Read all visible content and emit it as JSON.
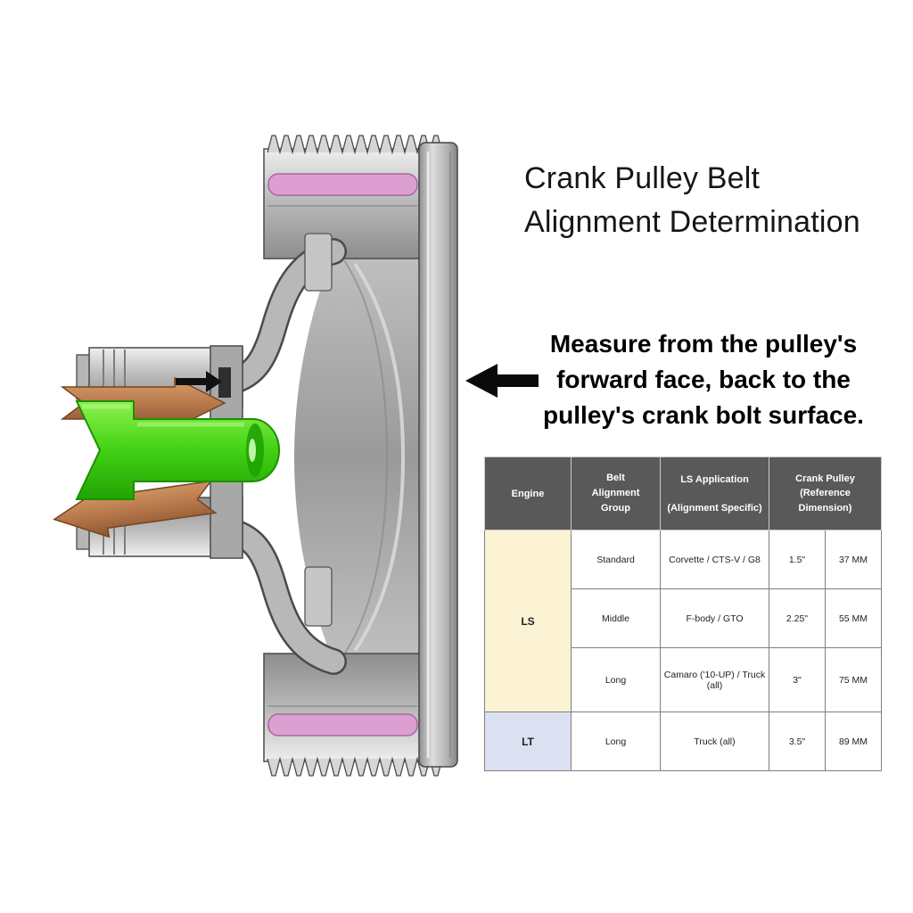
{
  "title": {
    "lines": [
      "Crank Pulley Belt",
      "Alignment Determination"
    ]
  },
  "annotation": {
    "lines": [
      "Measure from the pulley's",
      "forward face, back to the",
      "pulley's crank bolt surface."
    ]
  },
  "table": {
    "header": {
      "engine": "Engine",
      "group_lines": [
        "Belt",
        "Alignment",
        "Group"
      ],
      "application_top": "LS Application",
      "application_bottom": "(Alignment Specific)",
      "crank_pulley": "Crank Pulley (Reference Dimension)"
    },
    "engine_groups": [
      {
        "label": "LS"
      },
      {
        "label": "LT"
      }
    ],
    "rows": [
      {
        "group": "Standard",
        "application": "Corvette / CTS-V / G8",
        "inches": "1.5\"",
        "mm": "37 MM"
      },
      {
        "group": "Middle",
        "application": "F-body / GTO",
        "inches": "2.25\"",
        "mm": "55 MM"
      },
      {
        "group": "Long",
        "application": "Camaro ('10-UP) / Truck (all)",
        "inches": "3\"",
        "mm": "75 MM"
      },
      {
        "group": "Long",
        "application": "Truck (all)",
        "inches": "3.5\"",
        "mm": "89 MM"
      }
    ]
  },
  "colors": {
    "header_bg": "#595959",
    "header_text": "#ffffff",
    "ls_row_bg": "#fcf3d5",
    "lt_row_bg": "#dce1f2",
    "green_arrow": "#41d114",
    "copper_arrow": "#b5764a",
    "seal_pink": "#dd9fd2",
    "metal_gray": "#b9b9b9"
  }
}
